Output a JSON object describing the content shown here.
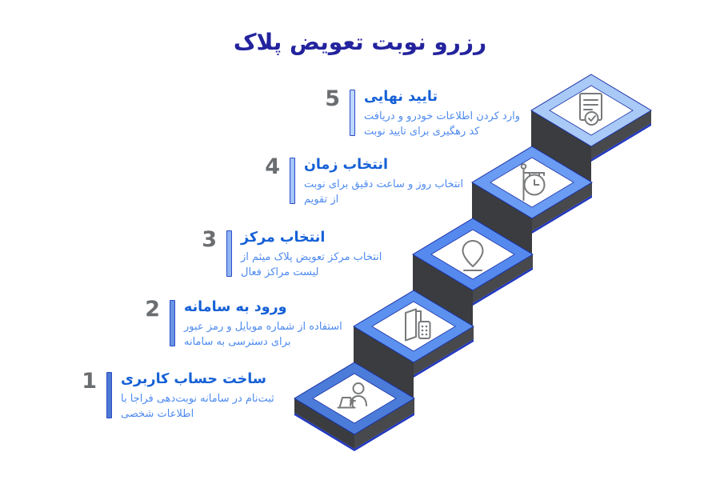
{
  "title": "رزرو نوبت تعویض پلاک",
  "steps": [
    {
      "number": "5",
      "title": "تایید نهایی",
      "desc_line1": "وارد کردن اطلاعات خودرو و دریافت",
      "desc_line2": "کد رهگیری برای تایید نوبت",
      "icon": "document-check-icon"
    },
    {
      "number": "4",
      "title": "انتخاب زمان",
      "desc_line1": "انتخاب روز و ساعت دقیق برای نوبت",
      "desc_line2": "از تقویم",
      "icon": "hanging-clock-icon"
    },
    {
      "number": "3",
      "title": "انتخاب مرکز",
      "desc_line1": "انتخاب مرکز تعویض پلاک میثم از",
      "desc_line2": "لیست مراکز فعال",
      "icon": "location-pin-icon"
    },
    {
      "number": "2",
      "title": "ورود به سامانه",
      "desc_line1": "استفاده از شماره موبایل و رمز عبور",
      "desc_line2": "برای دسترسی به سامانه",
      "icon": "door-keypad-icon"
    },
    {
      "number": "1",
      "title": "ساخت حساب کاربری",
      "desc_line1": "ثبت‌نام در سامانه نوبت‌دهی فراجا با",
      "desc_line2": "اطلاعات شخصی",
      "icon": "person-laptop-plus-icon"
    }
  ],
  "colors": {
    "title_color": "#23239E",
    "step_title_color": "#1560D6",
    "step_desc_color": "#4D8AF0",
    "number_color": "#6B6E71",
    "bar_border": "#2B4BC8",
    "accent_edge": "#2238C0",
    "dark_face_left": "#3A3C3F",
    "dark_face_right": "#47494C",
    "frame_stroke": "#1C33A8",
    "icon_stroke": "#77797B",
    "frame_5": "#A9C9F7",
    "frame_4": "#6B9CF3",
    "frame_3": "#5589EE",
    "frame_2": "#5C91EF",
    "frame_1": "#4B7CD9",
    "bar_5": "#BDD8FB",
    "bar_4": "#A5C6F7",
    "bar_3": "#8FB4F2",
    "bar_2": "#6A94E4",
    "bar_1": "#4D79D3"
  }
}
